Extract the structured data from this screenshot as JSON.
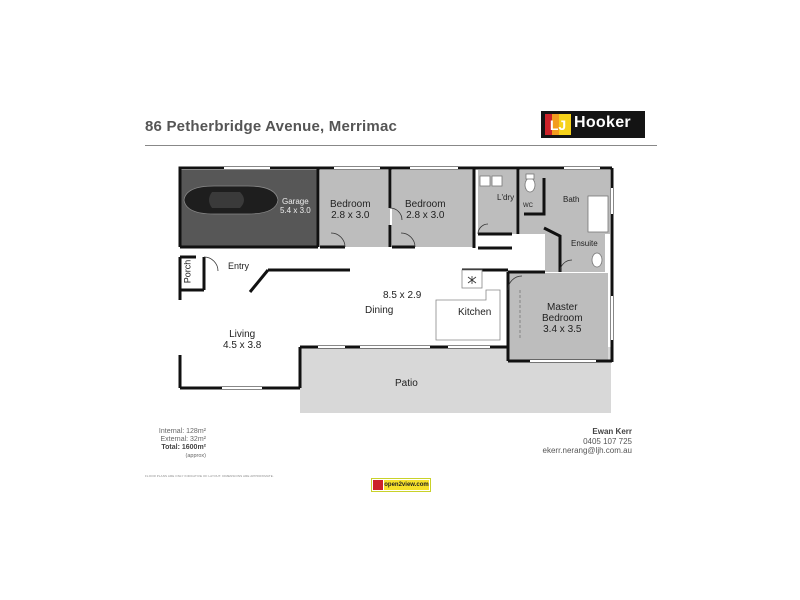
{
  "header": {
    "address": "86 Petherbridge Avenue, Merrimac",
    "brand_name": "Hooker",
    "brand_mark": "LJ"
  },
  "rooms": {
    "garage": {
      "name": "Garage",
      "dims": "5.4 x 3.0"
    },
    "bed1": {
      "name": "Bedroom",
      "dims": "2.8 x 3.0"
    },
    "bed2": {
      "name": "Bedroom",
      "dims": "2.8 x 3.0"
    },
    "laundry": {
      "name": "L'dry"
    },
    "wc": {
      "name": "WC"
    },
    "bath": {
      "name": "Bath"
    },
    "ensuite": {
      "name": "Ensuite"
    },
    "porch": {
      "name": "Porch"
    },
    "entry": {
      "name": "Entry"
    },
    "dining": {
      "name": "Dining",
      "dims": "8.5 x 2.9"
    },
    "kitchen": {
      "name": "Kitchen"
    },
    "master": {
      "name": "Master",
      "name2": "Bedroom",
      "dims": "3.4 x 3.5"
    },
    "living": {
      "name": "Living",
      "dims": "4.5 x 3.8"
    },
    "patio": {
      "name": "Patio"
    }
  },
  "stats": {
    "internal": "Internal: 128m²",
    "external": "External: 32m²",
    "total": "Total: 1600m²",
    "note": "(approx)"
  },
  "agent": {
    "name": "Ewan Kerr",
    "phone": "0405 107 725",
    "email": "ekerr.nerang@ljh.com.au"
  },
  "disclaimer": "FLOOR PLANS ARE ONLY INDICATIVE OF LAYOUT. DIMENSIONS ARE APPROXIMATE.",
  "badge": {
    "text": "open2view.com"
  },
  "colors": {
    "brand_red": "#cc2229",
    "brand_orange": "#f39c1e",
    "brand_yellow": "#f6d21a",
    "floor_grey": "#bdbdbd",
    "garage_dark": "#555555",
    "patio_grey": "#d8d8d8",
    "wall": "#111111"
  }
}
